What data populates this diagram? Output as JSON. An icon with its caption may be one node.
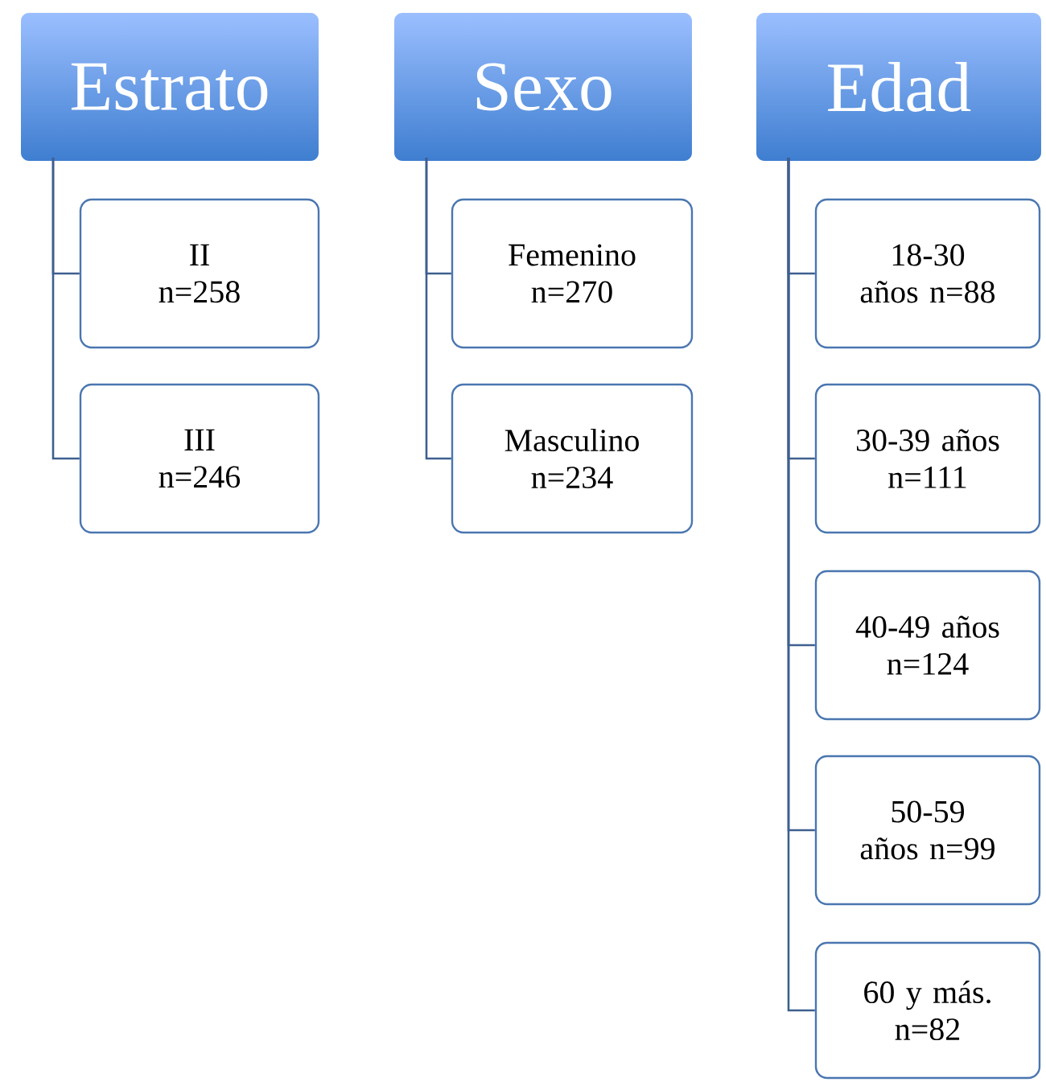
{
  "diagram": {
    "nodes": [
      {
        "text": [
          "Estrato"
        ]
      },
      {
        "text": [
          "II n=258"
        ]
      },
      {
        "text": [
          "III n=246"
        ]
      },
      {
        "text": [
          "Sexo"
        ]
      },
      {
        "text": [
          "Femenino n=270"
        ]
      },
      {
        "text": [
          "Masculino n=234"
        ]
      },
      {
        "text": [
          "Edad"
        ]
      },
      {
        "text": [
          "18-30 años n=88"
        ]
      },
      {
        "text": [
          "30-39 años n=111"
        ]
      },
      {
        "text": [
          "40-49 años n=124"
        ]
      },
      {
        "text": [
          "50-59 años n=99"
        ]
      },
      {
        "text": [
          "60 y más. n=82"
        ]
      }
    ],
    "edges": [
      {
        "from": 0,
        "to": 1,
        "arrow": "none"
      },
      {
        "from": 0,
        "to": 2,
        "arrow": "none"
      },
      {
        "from": 3,
        "to": 4,
        "arrow": "none"
      },
      {
        "from": 3,
        "to": 5,
        "arrow": "none"
      },
      {
        "from": 6,
        "to": 7,
        "arrow": "none"
      },
      {
        "from": 6,
        "to": 8,
        "arrow": "none"
      },
      {
        "from": 6,
        "to": 9,
        "arrow": "none"
      },
      {
        "from": 6,
        "to": 10,
        "arrow": "none"
      },
      {
        "from": 6,
        "to": 11,
        "arrow": "none"
      }
    ]
  }
}
